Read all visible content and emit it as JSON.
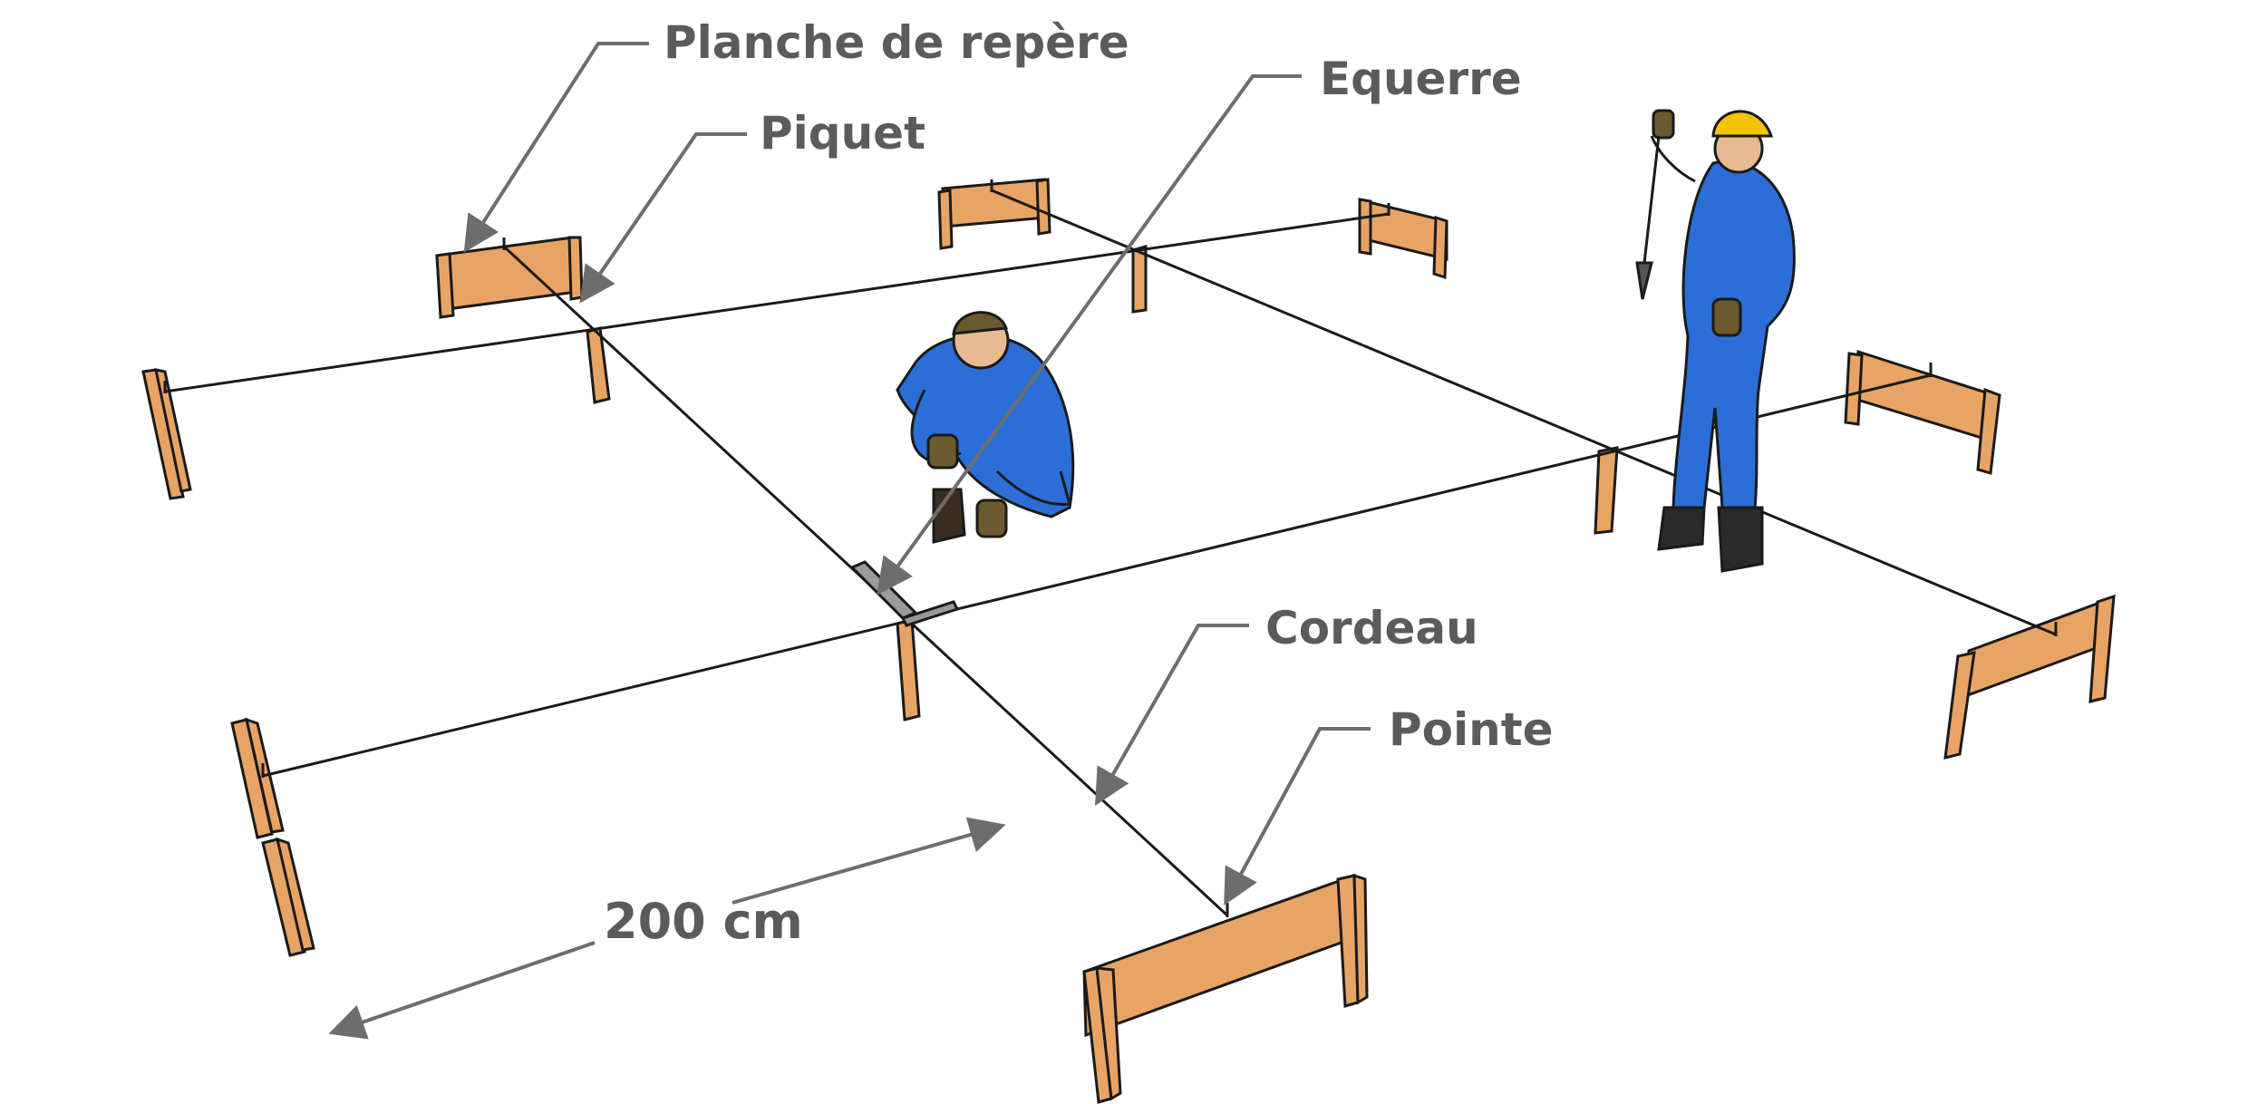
{
  "labels": {
    "planche": "Planche de repère",
    "piquet": "Piquet",
    "equerre": "Equerre",
    "cordeau": "Cordeau",
    "pointe": "Pointe",
    "dimension": "200 cm"
  },
  "colors": {
    "wood": "#e8a464",
    "wood_dark": "#b97333",
    "outline": "#1a1a1a",
    "label": "#5b5b5b",
    "workwear": "#2b6fd6",
    "helmet": "#f5c400",
    "gloves": "#6b5a2e",
    "boots": "#2a2a2a",
    "square_tool": "#9a9a9a"
  },
  "icons": [
    "batter-board-icon",
    "stake-icon",
    "string-line-icon",
    "carpenter-square-icon",
    "plumb-bob-icon",
    "worker-kneeling-icon",
    "worker-standing-icon"
  ]
}
